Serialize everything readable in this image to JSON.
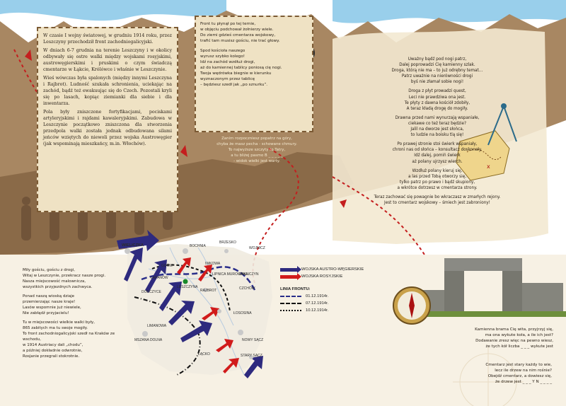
{
  "colors": {
    "mountain": "#8a6a48",
    "mountain_light": "#a88762",
    "paper": "#efe2c4",
    "sky": "#7fc3e6",
    "austrian": "#2e2a7e",
    "russian": "#d11b1b",
    "trail": "#c41e1e"
  },
  "history_box": {
    "paragraphs": [
      "W czasie I wojny światowej, w grudniu 1914 roku, przez Leszczyny przechodził front zachodniogalicyjski.",
      "W dniach 6-7 grudnia na terenie Leszczyny i w okolicy odbywały się ostre walki między wojskami rosyjskimi, austrowęgierskimi i pruskimi o czym świadczą cmentarze w Łąkcie, Królówce i właśnie w Leszczynie.",
      "Wieś wówczas była spalonych (między innymi Leszczyna i Rajbrot). Ludność szukała schronienia, uciekając na zachód, bądź też ewakuując się do Czech. Pozostali kryli się po lasach, kopiąc ziemianki dla siebie i dla inwentarza.",
      "Pola były zniszczone fortyfikacjami, pociskami artyleryjskimi i rajdami kawaleryjskimi. Zabudowa w Leszczynie początkowo zniszczona dla stworzenia przedpola walki została jednak odbudowana silami jeńców wziętych do niewoli przez wojska Austrowęgier (jak wspominają mieszkańcy, m.in. Włochów)."
    ]
  },
  "poem_top": {
    "stanzas": [
      [
        "Front tu płynął po tej ternie,",
        "w objęciu podchował żołnierzy wiele.",
        "Do ziemi gdzieś cmentarza wojskowy,",
        "trafić tam musisz gościu, nie trać głowy."
      ],
      [
        "Spod kościoła naszego",
        "wyrusz szybko kolego!",
        "Idź na zachód wzdłuż drogi,",
        "aż do kamiennej tablicy poniosą cię nogi.",
        "Twoja wędrówka biegnie w kierunku",
        "wyznaczonym przez tablicę",
        "– będziesz szedł jak „po sznurku”."
      ]
    ]
  },
  "riddle": {
    "lines": [
      "Zanim rozpoczniesz popatrz na góry,",
      "chyba że masz pecha - schowane chmury.",
      "To najwyższe szczyty to Tatry,",
      "a tu bliżej pasmo B _ _ _ _ _",
      "- widok wielki jest warty."
    ]
  },
  "poem_right": {
    "stanzas": [
      [
        "Uważny bądź pod nogi patrz,",
        "Dalej poprowadzi Cię kamienny szlak.",
        "Droga, którą nie ma – to już odrębny temat…",
        "Patrz uważnie na nierówności drogi",
        "byś nie złamał sobie nogi!"
      ],
      [
        "Droga z płyt prowadzi quest,",
        "Leci nie prawdziwa ona jest.",
        "Te płyty z dawna kościół zdobiły,",
        "A teraz kładą drogę do mogiły."
      ],
      [
        "Drawna przed nami wynurzają wspaniałe,",
        "ciekawe co też teraz będzie?",
        "Jalil na dworze jest słońca,",
        "to ludzie na boisku tlą się!"
      ],
      [
        "Po prawej stronie stoi świerk wspaniały,",
        "chroni nas od słońca – konsultacz doskonały.",
        "Idź dalej, pomiń świerk",
        "aż polany ujrzysz wierch."
      ],
      [
        "Wzdłuż polany kieruj się,",
        "a las przed Tobą otworzy się,",
        "tylko patrz po prawo i bądź skupiony,",
        "a wkrótce dotrzesz w cmentarza strony."
      ],
      [
        "Teraz zachować się powagnie bo wkraczasz w zmarłych rejony.",
        "Jest to cmentarz wojskowy – śmiech jest zabroniony!"
      ]
    ]
  },
  "poem_left_bottom": {
    "stanzas": [
      [
        "Miły gościu, gościu z drogi,",
        "Witaj w Leszczynie, przekracz nasze progi.",
        "Nasza miejscowość malownicza,",
        "wszystkich przyjezdnych zachwyca."
      ],
      [
        "Ponad naszą wioską dziaje",
        "przemierzając nasze kraje!",
        "Lasów wspomnie już niewiele,",
        "Nie zabłądź przyjacielu!"
      ],
      [
        "Tu w miejscowości wielkie walki były,",
        "865 zabitych ma tu swoje mogiły.",
        "To front zachodniogalicyjski szedł na Kraków ze wschodu,",
        "w 1914 Austriacy dali „chodu”,",
        "a później dokładnie odwrotnie,",
        "Rosjanie przegrali stokrotnie."
      ]
    ]
  },
  "poem_gate": {
    "lines": [
      "Kamienna brama Cię wita, przyjrzyj się,",
      "ma ona wykute koła, a ile ich jest?",
      "Dodawanie zresz więc na pewno wiesz,",
      "że tych kół liczba _ _ _ wykute jest"
    ]
  },
  "poem_final": {
    "lines": [
      "Cmentarz jest stary każdy to wie,",
      "lecz ile drzew na nim rośnie?",
      "Obejdź cmentarz, a dowiesz się,",
      "że drzew jest _ _ _ Y N _ _ _ _"
    ]
  },
  "map": {
    "cities": [
      "WIELICZKA",
      "BOCHNIA",
      "BRZESKO",
      "WOJNICZ",
      "LIMANOWA",
      "MSZANA DOLNA",
      "NOWY SĄCZ",
      "STARY SĄCZ",
      "LESZCZYNA",
      "RAJBROT",
      "ŁAPANÓW",
      "GDÓW",
      "ZAKLICZYN",
      "CZCHÓW",
      "ŁOSOSINA",
      "ŁĄCKO",
      "LIPNICA MUROWANA",
      "DOBCZYCE",
      "IWKOWA"
    ],
    "legend": {
      "austrian": "WOJSKA AUSTRO-WĘGIERSKIE",
      "russian": "WOJSKA ROSYJSKIE",
      "front_title": "LINIA FRONTU:",
      "front_dates": [
        "01.12.1914r.",
        "07.12.1914r.",
        "10.12.1914r."
      ]
    }
  }
}
